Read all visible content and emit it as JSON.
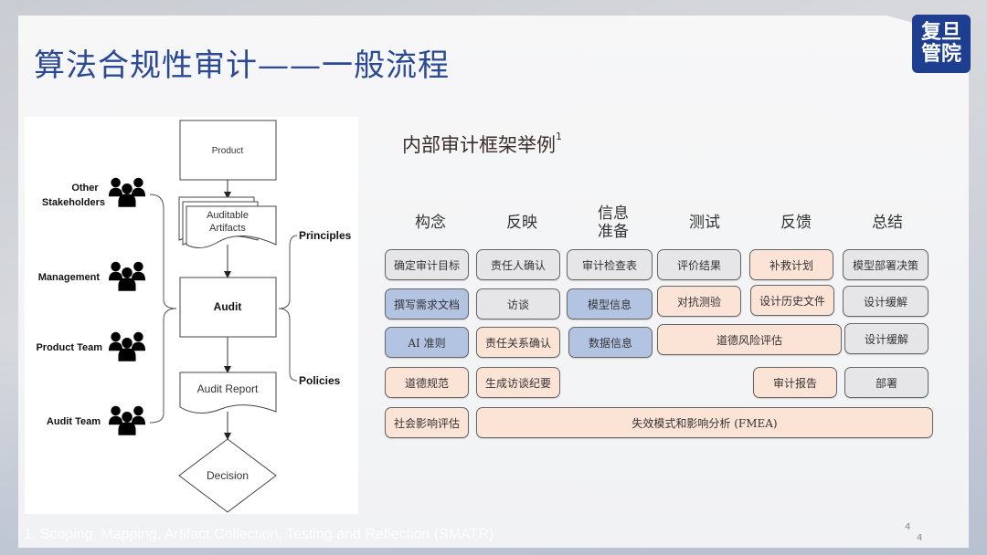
{
  "slide": {
    "title": "算法合规性审计——一般流程",
    "logo": {
      "line1": "复旦",
      "line2": "管院"
    },
    "footnote": "1. Scoping, Mapping, Artifact Collection, Testing and Reflection (SMATR)",
    "page_number_a": "4",
    "page_number_b": "4"
  },
  "colors": {
    "title": "#2b4a96",
    "logo_bg": "#1e3f8f",
    "cell_gray": "#e6e6e8",
    "cell_blue": "#b3c4e3",
    "cell_peach": "#fbe3d6"
  },
  "flow_diagram": {
    "stakeholders": [
      {
        "label_line1": "Other",
        "label_line2": "Stakeholders",
        "icon": "people-group-icon"
      },
      {
        "label_line1": "",
        "label_line2": "Management",
        "icon": "people-group-icon"
      },
      {
        "label_line1": "",
        "label_line2": "Product Team",
        "icon": "people-group-icon"
      },
      {
        "label_line1": "",
        "label_line2": "Audit Team",
        "icon": "people-group-icon"
      }
    ],
    "nodes": {
      "product": "Product",
      "artifacts_line1": "Auditable",
      "artifacts_line2": "Artifacts",
      "audit": "Audit",
      "report": "Audit Report",
      "decision": "Decision"
    },
    "inputs": {
      "principles": "Principles",
      "policies": "Policies"
    }
  },
  "framework": {
    "subtitle": "内部审计框架举例",
    "subtitle_sup": "1",
    "phases": [
      {
        "line1": "构念",
        "line2": ""
      },
      {
        "line1": "反映",
        "line2": ""
      },
      {
        "line1": "信息",
        "line2": "准备"
      },
      {
        "line1": "测试",
        "line2": ""
      },
      {
        "line1": "反馈",
        "line2": ""
      },
      {
        "line1": "总结",
        "line2": ""
      }
    ],
    "cells": [
      {
        "label": "确定审计目标",
        "color": "gray"
      },
      {
        "label": "责任人确认",
        "color": "gray"
      },
      {
        "label": "审计检查表",
        "color": "gray"
      },
      {
        "label": "评价结果",
        "color": "gray"
      },
      {
        "label": "补救计划",
        "color": "peach"
      },
      {
        "label": "模型部署决策",
        "color": "gray"
      },
      {
        "label": "撰写需求文档",
        "color": "blue"
      },
      {
        "label": "访谈",
        "color": "gray"
      },
      {
        "label": "模型信息",
        "color": "blue"
      },
      {
        "label": "对抗测验",
        "color": "peach"
      },
      {
        "label": "设计历史文件",
        "color": "peach"
      },
      {
        "label": "设计缓解",
        "color": "gray"
      },
      {
        "label": "AI 准则",
        "color": "blue"
      },
      {
        "label": "责任关系确认",
        "color": "peach"
      },
      {
        "label": "数据信息",
        "color": "blue"
      },
      {
        "label": "道德风险评估",
        "color": "peach"
      },
      {
        "label": "设计缓解",
        "color": "gray"
      },
      {
        "label": "道德规范",
        "color": "peach"
      },
      {
        "label": "生成访谈纪要",
        "color": "peach"
      },
      {
        "label": "审计报告",
        "color": "peach"
      },
      {
        "label": "部署",
        "color": "gray"
      },
      {
        "label": "社会影响评估",
        "color": "peach"
      },
      {
        "label": "失效模式和影响分析 (FMEA)",
        "color": "peach"
      }
    ]
  }
}
